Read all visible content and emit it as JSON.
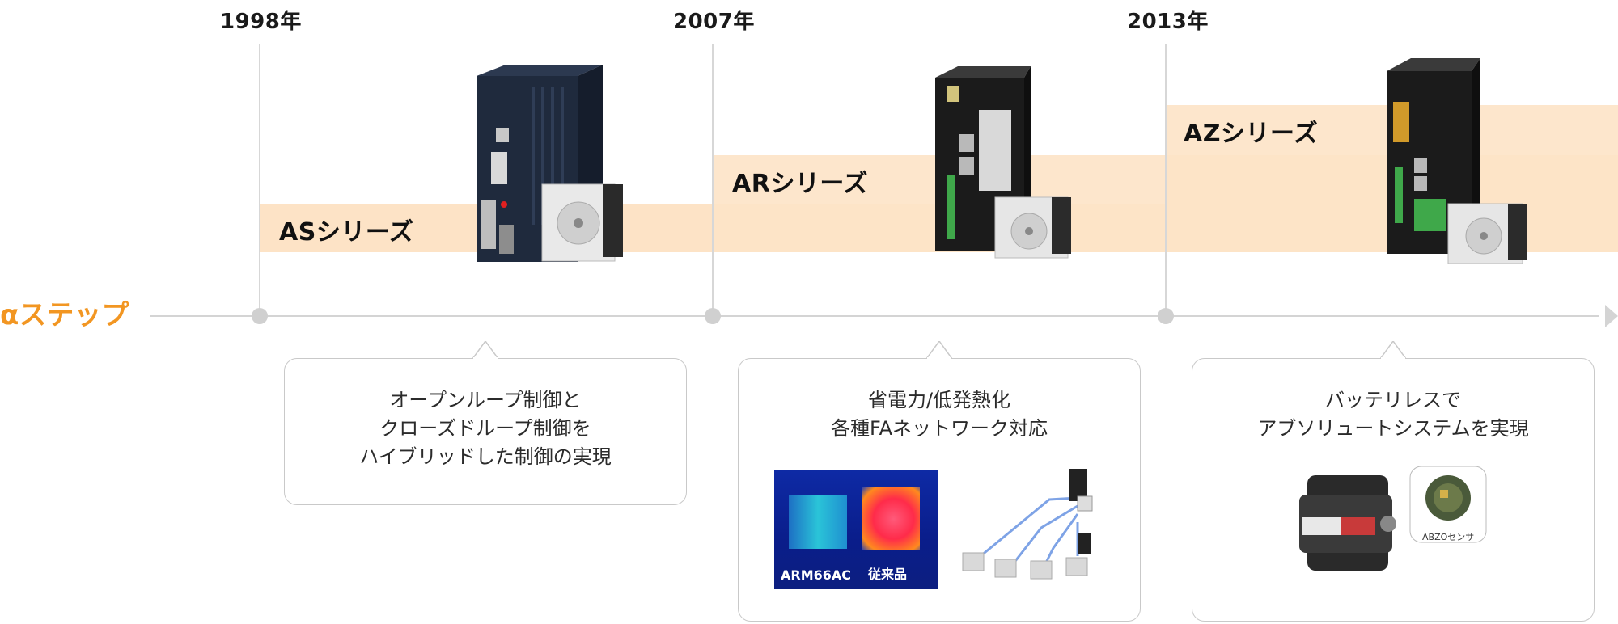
{
  "timeline": {
    "label": "αステップ",
    "years": [
      "1998年",
      "2007年",
      "2013年"
    ]
  },
  "series": [
    {
      "name": "ASシリーズ",
      "feature_lines": [
        "オープンループ制御と",
        "クローズドループ制御を",
        "ハイブリッドした制御の実現"
      ]
    },
    {
      "name": "ARシリーズ",
      "feature_lines": [
        "省電力/低発熱化",
        "各種FAネットワーク対応"
      ],
      "thermal_labels": [
        "ARM66AC",
        "従来品"
      ]
    },
    {
      "name": "AZシリーズ",
      "feature_lines": [
        "バッテリレスで",
        "アブソリュートシステムを実現"
      ],
      "sensor_label": "ABZOセンサ"
    }
  ],
  "colors": {
    "accent": "#f29622",
    "band": "#fde3c6",
    "axis": "#d4d4d4"
  }
}
